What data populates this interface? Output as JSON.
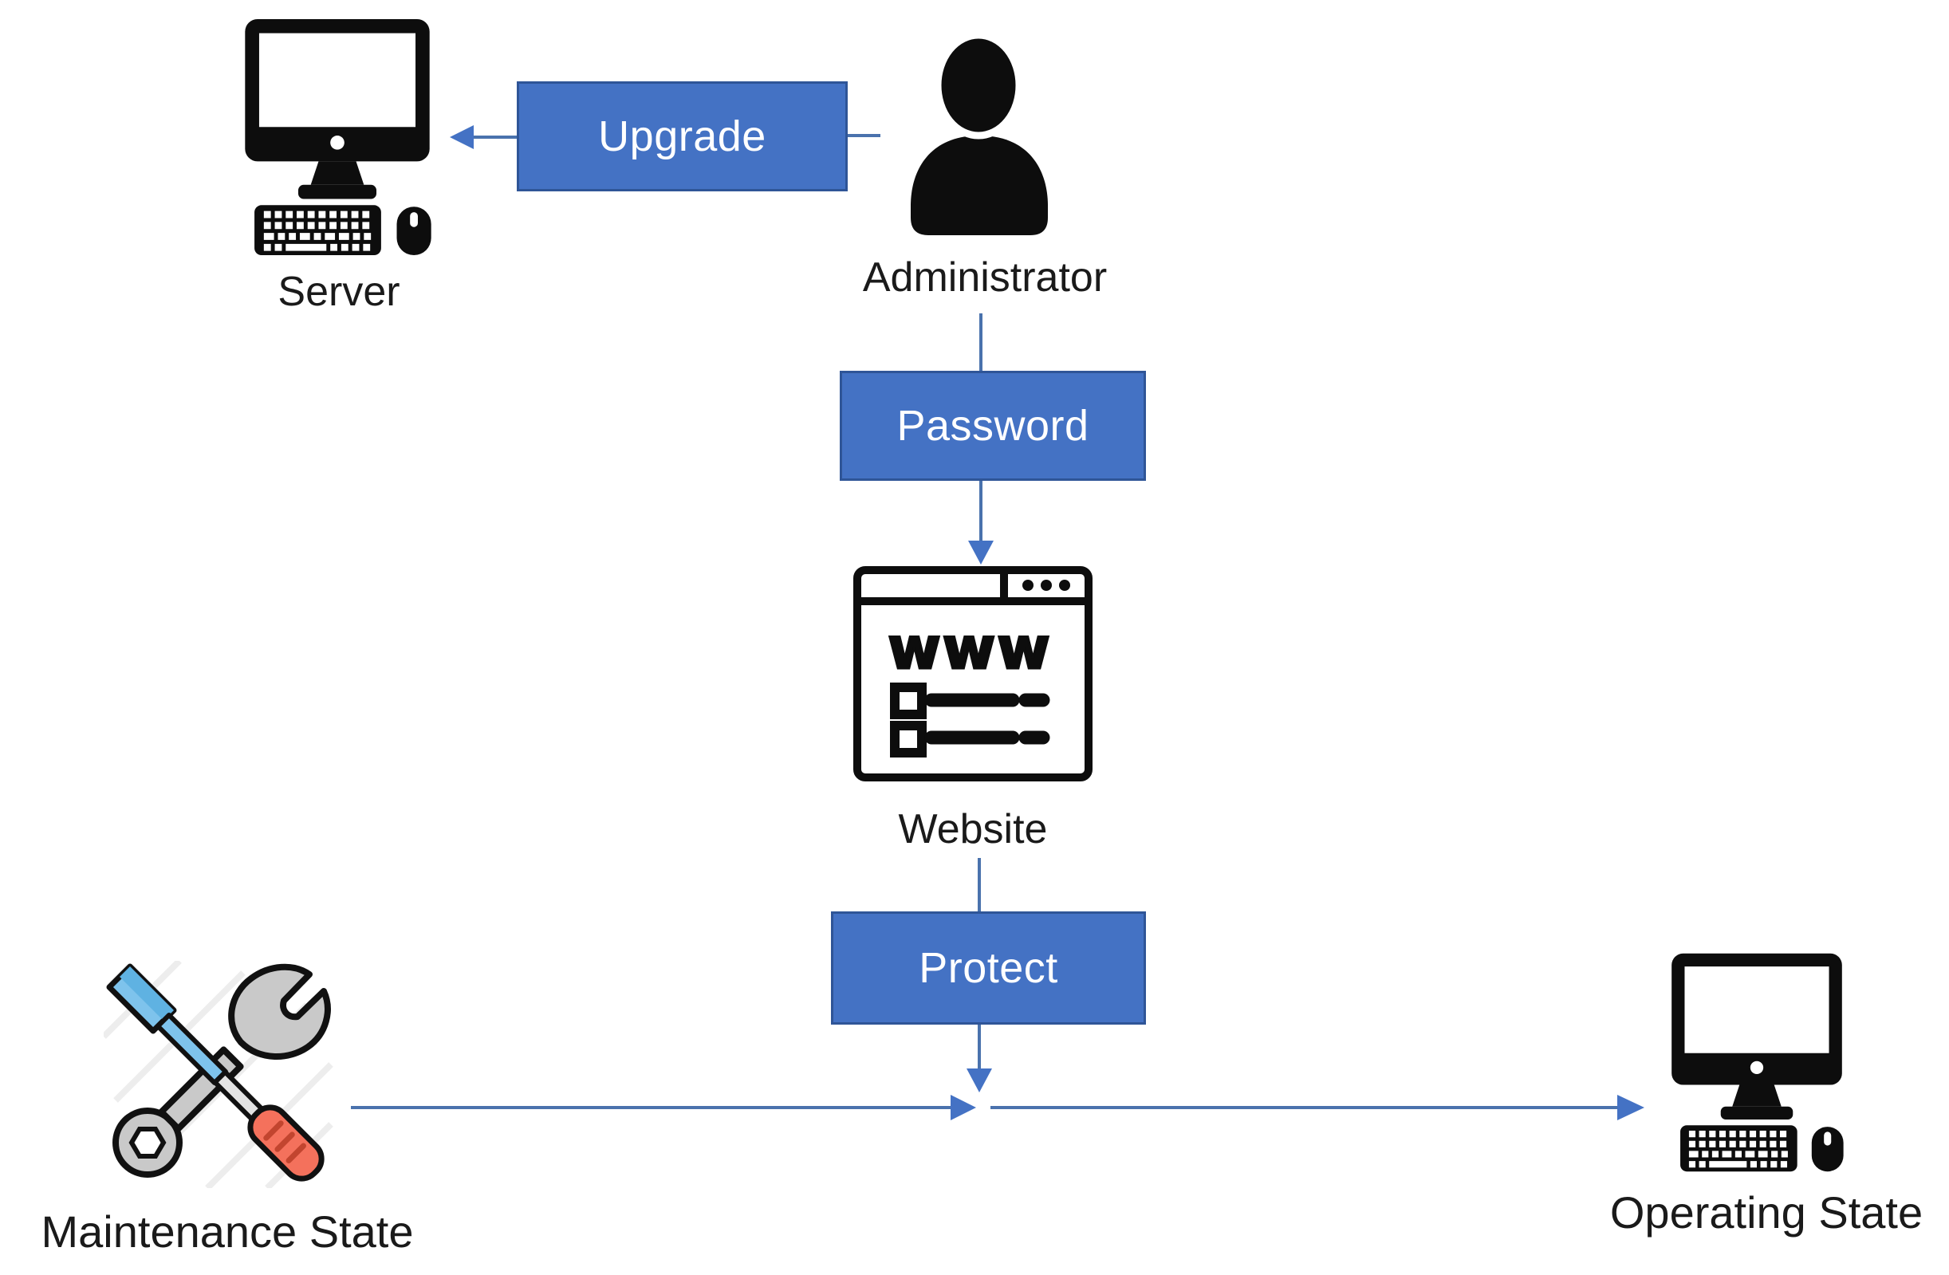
{
  "nodes": {
    "server": {
      "label": "Server"
    },
    "administrator": {
      "label": "Administrator"
    },
    "website": {
      "label": "Website",
      "www_text": "www"
    },
    "maintenance_state": {
      "label": "Maintenance State"
    },
    "operating_state": {
      "label": "Operating State"
    }
  },
  "process_boxes": {
    "upgrade": {
      "label": "Upgrade"
    },
    "password": {
      "label": "Password"
    },
    "protect": {
      "label": "Protect"
    }
  },
  "colors": {
    "box_fill": "#4472C4",
    "box_border": "#2F5597",
    "box_text": "#FFFFFF",
    "connector_line": "#4A72AD",
    "arrowhead": "#4472C4",
    "label_text": "#1A1A1A",
    "icon_black": "#0D0D0D",
    "screwdriver_blue": "#7EC3EC",
    "screwdriver_blue_dark": "#5FB2E2",
    "wrench_gray": "#C9C9C9",
    "handle_red": "#F4715C",
    "background": "#FFFFFF"
  }
}
